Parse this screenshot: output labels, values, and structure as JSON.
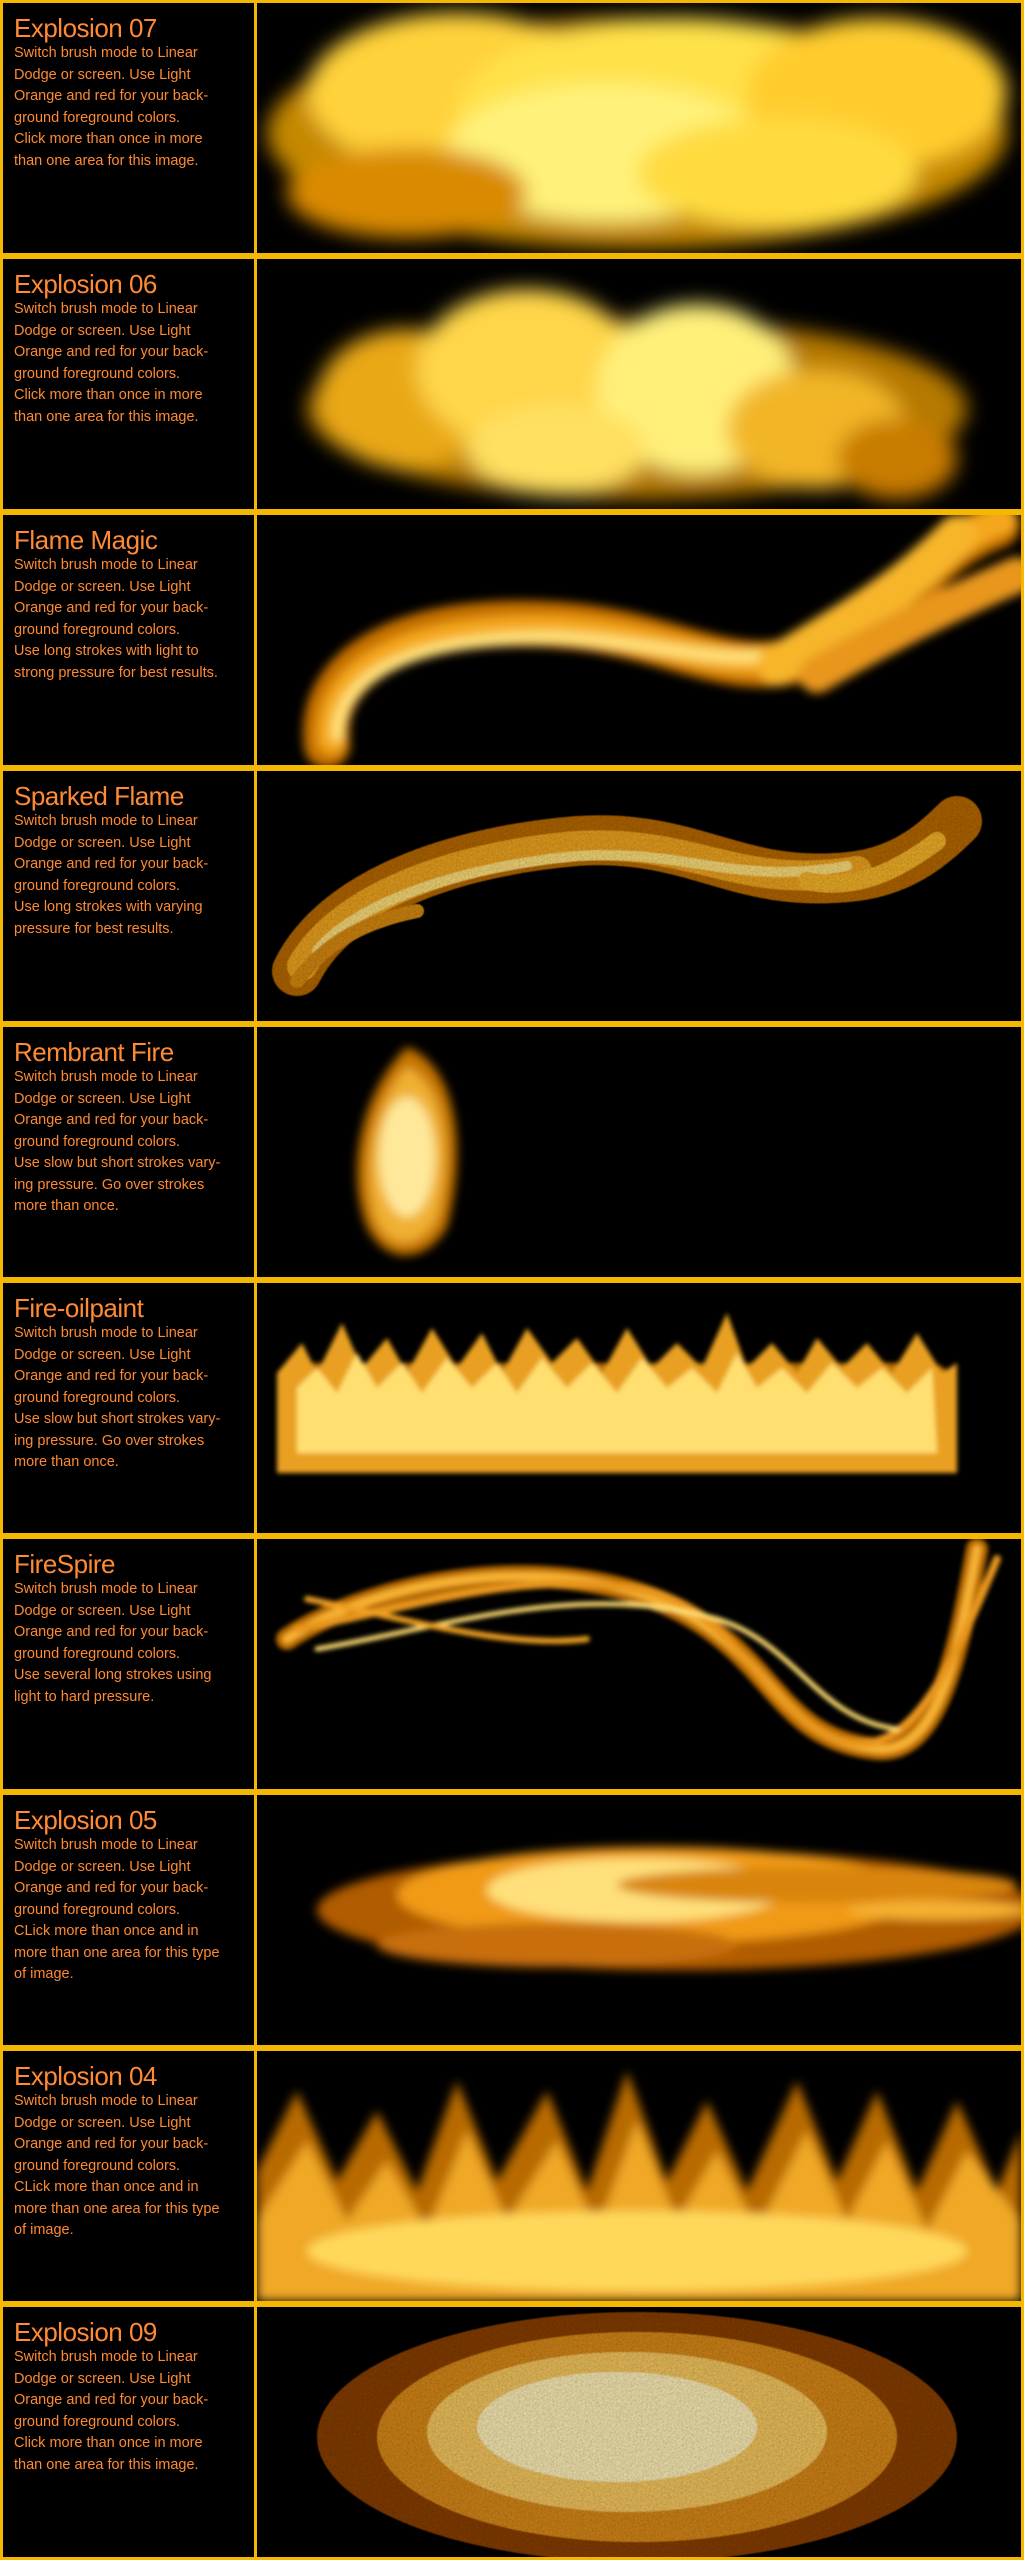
{
  "colors": {
    "border": "#f5b800",
    "text": "#ff8a33",
    "background": "#000000"
  },
  "brushes": [
    {
      "title": "Explosion 07",
      "desc": "Switch brush mode to Linear\nDodge or screen.  Use Light\nOrange and red for your back-\nground foreground colors.\nClick more than once in more\nthan one area for this image."
    },
    {
      "title": "Explosion 06",
      "desc": "Switch brush mode to Linear\nDodge or screen.  Use Light\nOrange and red for your back-\nground foreground colors.\nClick more than once in more\nthan one area for this image."
    },
    {
      "title": "Flame Magic",
      "desc": "Switch brush mode to Linear\nDodge or screen.  Use Light\nOrange and red for your back-\nground foreground colors.\nUse long strokes with light to\nstrong pressure for best results."
    },
    {
      "title": "Sparked Flame",
      "desc": "Switch brush mode to Linear\nDodge or screen.  Use Light\nOrange and red for your back-\nground foreground colors.\nUse long strokes with varying\npressure for best results."
    },
    {
      "title": "Rembrant Fire",
      "desc": "Switch brush mode to Linear\nDodge or screen.  Use Light\nOrange and red for your back-\nground foreground colors.\nUse slow but short strokes vary-\ning pressure. Go over strokes\nmore than once."
    },
    {
      "title": "Fire-oilpaint",
      "desc": "Switch brush mode to Linear\nDodge or screen.  Use Light\nOrange and red for your back-\nground foreground colors.\nUse slow but short strokes vary-\ning pressure. Go over strokes\nmore than once."
    },
    {
      "title": "FireSpire",
      "desc": "Switch brush mode to Linear\nDodge or screen.  Use Light\nOrange and red for your back-\nground foreground colors.\nUse several long strokes using\nlight to hard pressure."
    },
    {
      "title": "Explosion 05",
      "desc": "Switch brush mode to Linear\nDodge or screen.  Use Light\nOrange and red for your back-\nground foreground colors.\nCLick more than once and in\nmore than one area for this type\nof image."
    },
    {
      "title": "Explosion 04",
      "desc": "Switch brush mode to Linear\nDodge or screen.  Use Light\nOrange and red for your back-\nground foreground colors.\nCLick more than once and in\nmore than one area for this type\nof image."
    },
    {
      "title": "Explosion 09",
      "desc": "Switch brush mode to Linear\nDodge or screen.  Use Light\nOrange and red for your back-\nground foreground colors.\nClick more than once in more\nthan one area for this image."
    }
  ]
}
